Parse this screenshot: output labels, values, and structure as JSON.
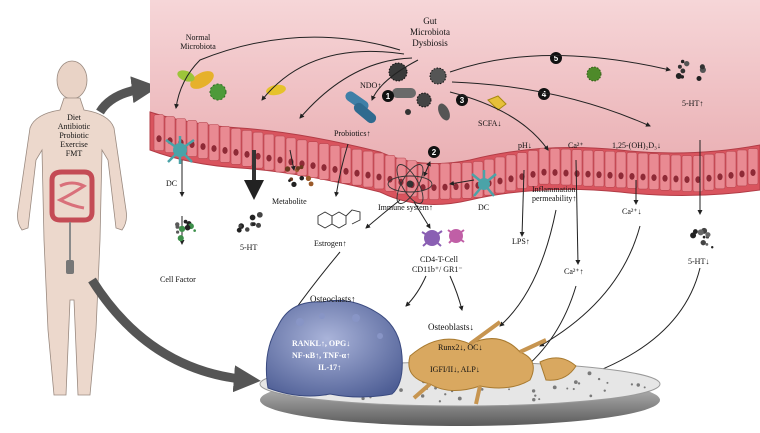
{
  "colors": {
    "tissue": "#e8a7ab",
    "tissue_dark": "#c8636b",
    "lining": "#d9545e",
    "osteoclast": "#6f7fb3",
    "osteoblast": "#d6a761",
    "bone": "#d8d8d8",
    "arrow": "#222222",
    "big_arrow": "#555555"
  },
  "human": {
    "lifestyle_lines": [
      "Diet",
      "Antibiotic",
      "Probiotic",
      "Exercise",
      "FMT"
    ]
  },
  "gut": {
    "normal_microbiota_lines": [
      "Normal",
      "Microbiota"
    ],
    "dysbiosis_lines": [
      "Gut",
      "Microbiota",
      "Dysbiosis"
    ],
    "ndo": "NDO↑",
    "probiotics": "Probiotics↑",
    "scfa": "SCFA↓",
    "ph": "pH↓",
    "ca_lumen": "Ca²⁺",
    "vitd": "1,25-(OH)₂D₃↓",
    "serotonin_lumen": "5-HT↑"
  },
  "badges": [
    "1",
    "2",
    "3",
    "4",
    "5"
  ],
  "below": {
    "dc_left": "DC",
    "dc_right": "DC",
    "cell_factor": "Cell Factor",
    "serotonin_left": "5-HT",
    "metabolite": "Metabolite",
    "estrogen": "Estrogen↑",
    "immune_system": "Immune system↑",
    "t_cell_lines": [
      "CD4-T-Cell",
      "CD11b⁺/ GR1⁻"
    ],
    "inflammation_lines": [
      "Inflammation",
      "permeability↑"
    ],
    "lps": "LPS↑",
    "ca_mid": "Ca²⁺↑",
    "ca_right": "Ca²⁺↓",
    "serotonin_right": "5-HT↓"
  },
  "bone": {
    "osteoclasts": "Osteoclasts↑",
    "osteoclast_markers": [
      "RANKL↑, OPG↓",
      "NF-κB↑, TNF-α↑",
      "IL-17↑"
    ],
    "osteoblasts": "Osteoblasts↓",
    "osteoblast_markers": [
      "Runx2↓, OC↓",
      "IGFI/II↓, ALP↓"
    ]
  }
}
